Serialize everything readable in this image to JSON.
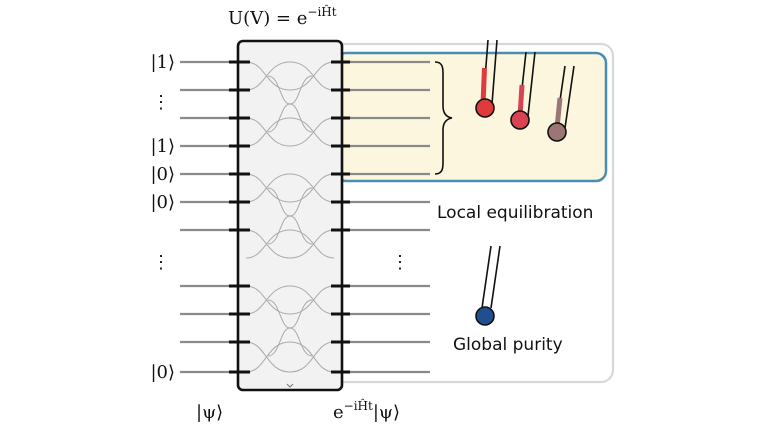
{
  "title_formula": "U(V) = e^{−iĤt}",
  "title": {
    "main": "U(V) = e",
    "sup": "−iĤt"
  },
  "input_labels": [
    {
      "text": "|1⟩"
    },
    {
      "text": "⋮"
    },
    {
      "text": "|1⟩"
    },
    {
      "text": "|0⟩"
    },
    {
      "text": "|0⟩"
    },
    {
      "text": "⋮"
    },
    {
      "text": "|0⟩"
    }
  ],
  "output_dots": "⋮",
  "bottom_left": "|ψ⟩",
  "bottom_right": {
    "base": "e",
    "sup": "−iĤt",
    "ket": "|ψ⟩"
  },
  "local_label": "Local equilibration",
  "global_label": "Global purity",
  "thermometers": [
    {
      "name": "thermometer-hot",
      "color": "#e03a3a"
    },
    {
      "name": "thermometer-warm",
      "color": "#d94253"
    },
    {
      "name": "thermometer-cool",
      "color": "#9b7675"
    },
    {
      "name": "thermometer-global",
      "color": "#1f4f8e"
    }
  ],
  "colors": {
    "highlight_fill": "#fbf6dd",
    "highlight_border": "#4a8db3",
    "outer_border": "#d8d8d8",
    "box_border": "#111111"
  }
}
